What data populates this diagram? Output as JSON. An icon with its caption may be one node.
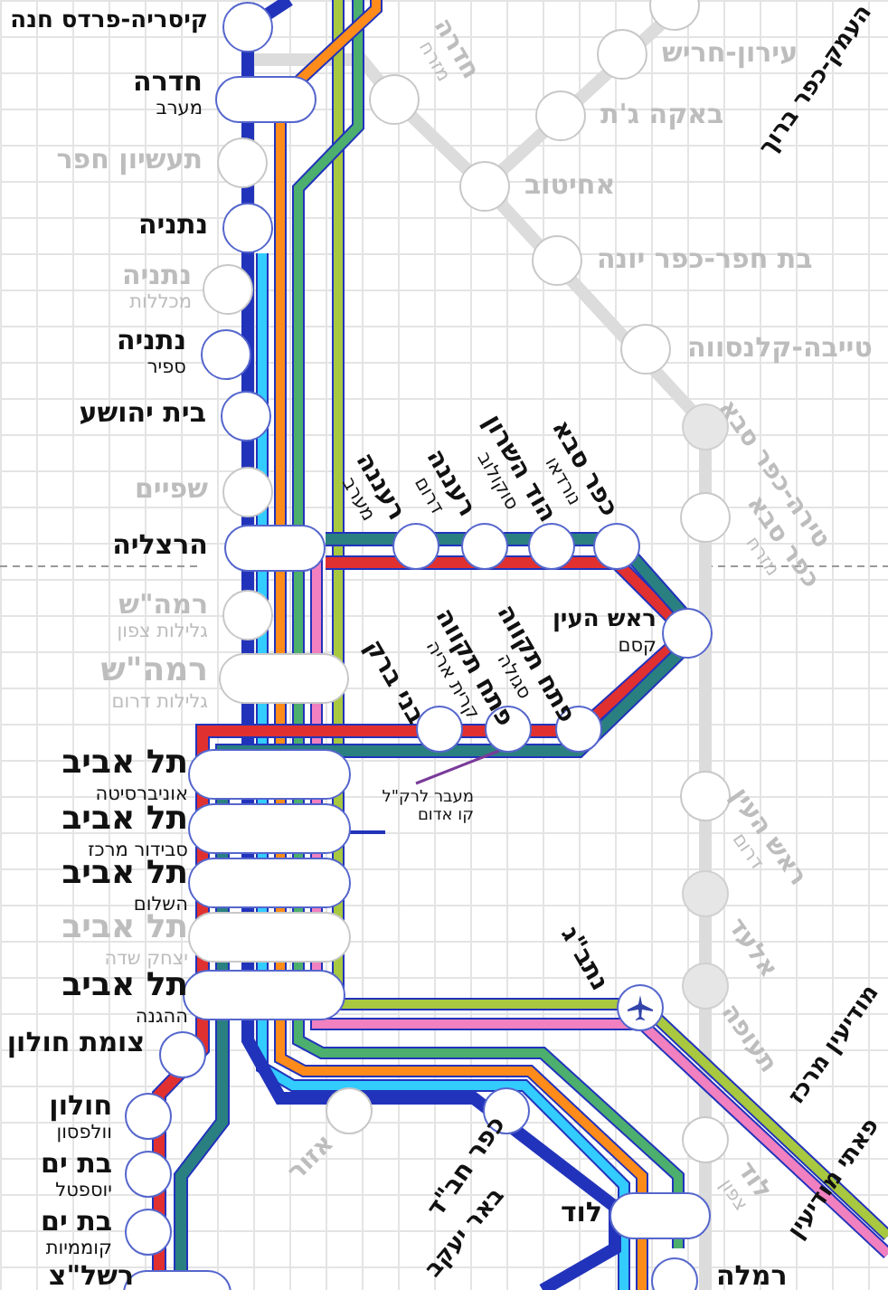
{
  "diagram": {
    "nodes": [
      {
        "text": [
          "קיסריה-פרדס חנה"
        ]
      },
      {
        "text": [
          "חדרה",
          "מערב"
        ]
      },
      {
        "text": [
          "חדרה",
          "מזרח"
        ]
      },
      {
        "text": [],
        "shape": "circle"
      },
      {
        "text": [
          "עירון-חריש"
        ]
      },
      {
        "text": [
          "באקה ג'ת"
        ]
      },
      {
        "text": [
          "אחיטוב"
        ]
      },
      {
        "text": [
          "בת חפר-כפר יונה"
        ]
      },
      {
        "text": [
          "טייבה-קלנסווה"
        ]
      },
      {
        "text": [
          "תעשיון חפר"
        ]
      },
      {
        "text": [
          "נתניה"
        ]
      },
      {
        "text": [
          "נתניה",
          "מכללות"
        ]
      },
      {
        "text": [
          "נתניה",
          "ספיר"
        ]
      },
      {
        "text": [
          "בית יהושע"
        ]
      },
      {
        "text": [
          "טירה-כפר סבא"
        ]
      },
      {
        "text": [
          "שפיים"
        ]
      },
      {
        "text": [
          "כפר סבא",
          "מזרח"
        ]
      },
      {
        "text": [
          "הרצליה"
        ]
      },
      {
        "text": [
          "רעננה",
          "מערב"
        ]
      },
      {
        "text": [
          "רעננה",
          "דרום"
        ]
      },
      {
        "text": [
          "הוד השרון",
          "סוקולוב"
        ]
      },
      {
        "text": [
          "כפר סבא",
          "נורדאו"
        ]
      },
      {
        "text": [
          "רמה\"ש",
          "גלילות צפון"
        ]
      },
      {
        "text": [
          "ראש העין",
          "קסם"
        ]
      },
      {
        "text": [
          "רמה\"ש",
          "גלילות דרום"
        ]
      },
      {
        "text": [
          "בני ברק"
        ]
      },
      {
        "text": [
          "פתח תקווה",
          "קרית אריה"
        ]
      },
      {
        "text": [
          "פתח תקווה",
          "סגולה"
        ]
      },
      {
        "text": [
          "תל אביב",
          "אוניברסיטה"
        ]
      },
      {
        "text": [
          "מעבר לרק\"ל קו אדום"
        ]
      },
      {
        "text": [
          "ראש העין",
          "דרום"
        ]
      },
      {
        "text": [
          "תל אביב",
          "סבידור מרכז"
        ]
      },
      {
        "text": [
          "תל אביב",
          "השלום"
        ]
      },
      {
        "text": [
          "אלעד"
        ]
      },
      {
        "text": [
          "תל אביב",
          "יצחק שדה"
        ]
      },
      {
        "text": [
          "תעופה"
        ]
      },
      {
        "text": [
          "תל אביב",
          "ההגנה"
        ]
      },
      {
        "text": [
          "נתב\"ג"
        ]
      },
      {
        "text": [
          "צומת חולון"
        ]
      },
      {
        "text": [
          "אזור"
        ]
      },
      {
        "text": [
          "כפר חב\"ד"
        ]
      },
      {
        "text": [
          "חולון",
          "וולפסון"
        ]
      },
      {
        "text": [
          "לוד",
          "צפון"
        ]
      },
      {
        "text": [
          "בת ים",
          "יוספטל"
        ]
      },
      {
        "text": [
          "לוד"
        ]
      },
      {
        "text": [
          "בת ים",
          "קוממיות"
        ]
      },
      {
        "text": [
          "רמלה"
        ]
      },
      {
        "text": [
          "רשל\"צ"
        ]
      }
    ],
    "edges": [
      {
        "from": 29,
        "to": 26,
        "arrow": "none"
      }
    ],
    "labels": [
      "העמק-כפר ברוך",
      "באר יעקב",
      "מודיעין מרכז",
      "פאתי מודיעין"
    ]
  }
}
